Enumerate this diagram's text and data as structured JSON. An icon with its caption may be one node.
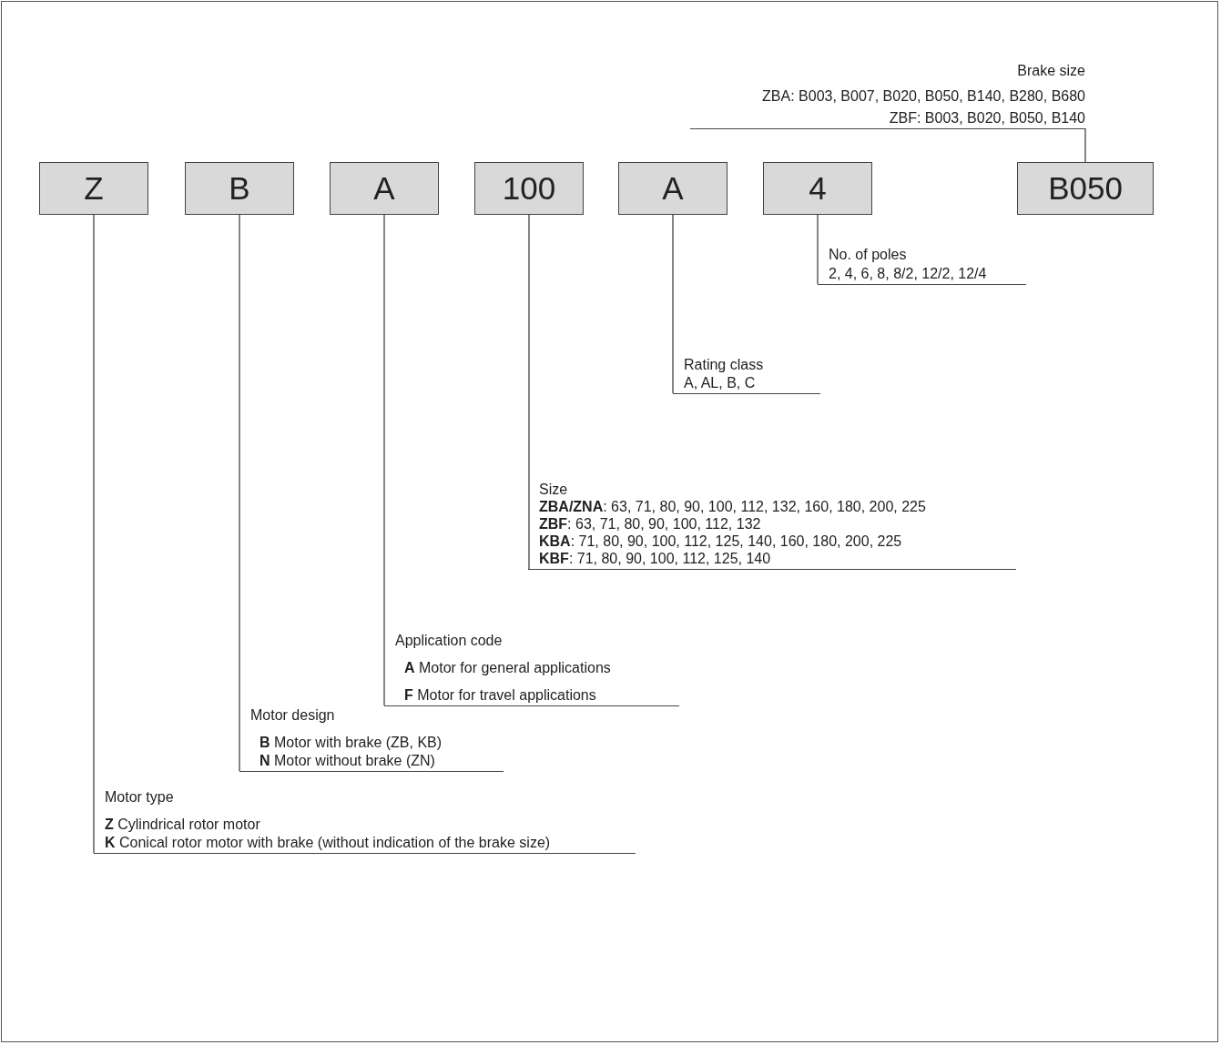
{
  "diagram": {
    "nodes": [
      {
        "text": [
          "Brake size",
          "ZBA: B003, B007, B020, B050, B140, B280, B680",
          "ZBF: B003, B020, B050, B140"
        ]
      },
      {
        "text": [
          "Z"
        ]
      },
      {
        "text": [
          "B"
        ]
      },
      {
        "text": [
          "A"
        ]
      },
      {
        "text": [
          "100"
        ]
      },
      {
        "text": [
          "A"
        ]
      },
      {
        "text": [
          "4"
        ]
      },
      {
        "text": [
          "B050"
        ]
      },
      {
        "text": [
          "No. of poles",
          "2, 4, 6, 8, 8/2, 12/2, 12/4"
        ]
      },
      {
        "text": [
          "Rating class",
          "A, AL, B, C"
        ]
      },
      {
        "text": [
          "Size",
          "**ZBA/ZNA**: 63, 71, 80, 90, 100, 112, 132, 160, 180, 200, 225",
          "**ZBF**: 63, 71, 80, 90, 100, 112, 132",
          "**KBA**: 71, 80, 90, 100, 112, 125, 140, 160, 180, 200, 225",
          "**KBF**: 71, 80, 90, 100, 112, 125, 140"
        ]
      },
      {
        "text": [
          "Application code",
          "**A** Motor for general applications",
          "**F** Motor for travel applications"
        ]
      },
      {
        "text": [
          "Motor design",
          "**B** Motor with brake (ZB, KB)",
          "**N** Motor without brake (ZN)"
        ]
      },
      {
        "text": [
          "Motor type",
          "**Z** Cylindrical rotor motor",
          "**K** Conical rotor motor with brake (without indication of the brake size)"
        ]
      }
    ],
    "edges": [
      {
        "from": 7,
        "to": 0,
        "arrow": "none"
      },
      {
        "from": 6,
        "to": 8,
        "arrow": "none"
      },
      {
        "from": 5,
        "to": 9,
        "arrow": "none"
      },
      {
        "from": 4,
        "to": 10,
        "arrow": "none"
      },
      {
        "from": 3,
        "to": 11,
        "arrow": "none"
      },
      {
        "from": 2,
        "to": 12,
        "arrow": "none"
      },
      {
        "from": 1,
        "to": 13,
        "arrow": "none"
      }
    ]
  }
}
